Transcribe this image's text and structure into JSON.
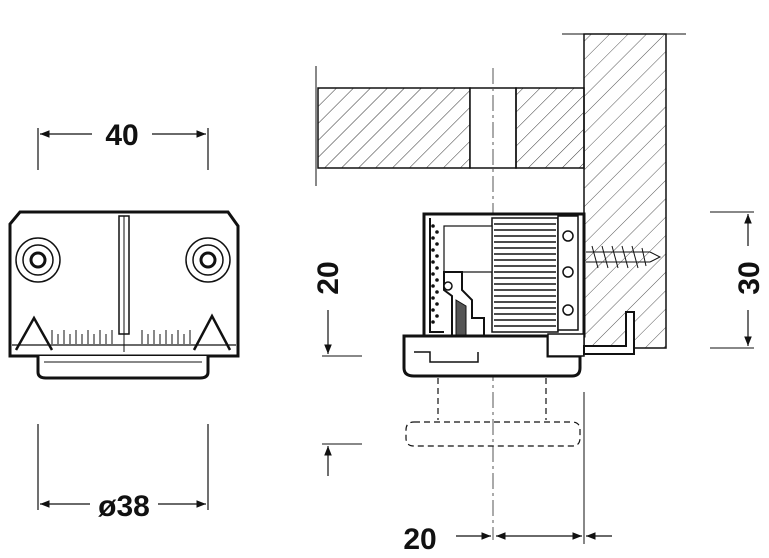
{
  "dimensions": {
    "width_top": "40",
    "diameter_bottom": "ø38",
    "height_left": "20",
    "height_right": "30",
    "offset_bottom": "20"
  }
}
